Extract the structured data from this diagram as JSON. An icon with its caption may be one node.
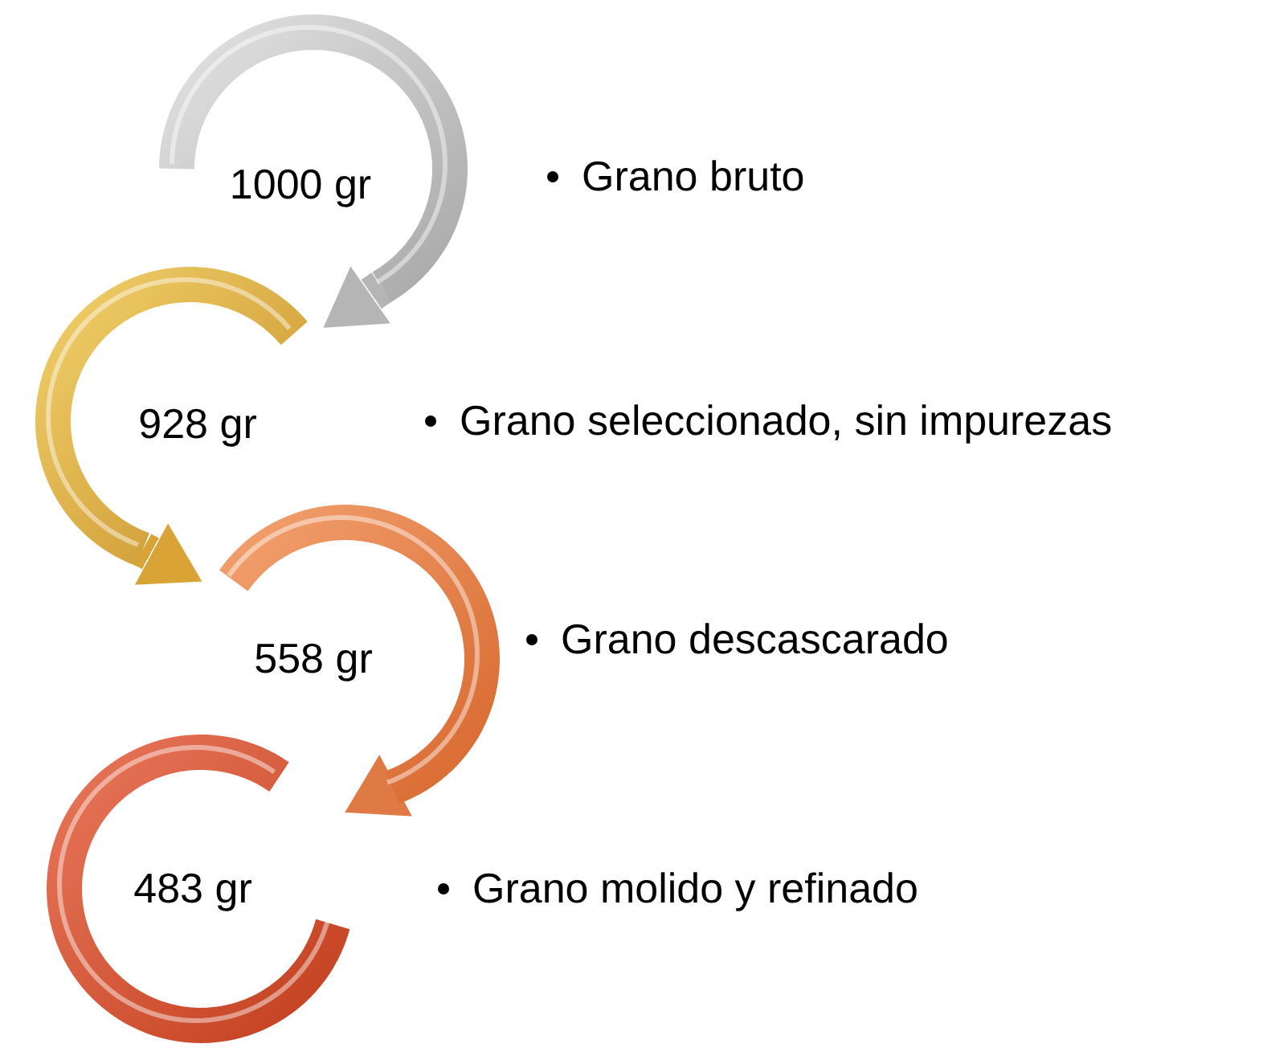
{
  "diagram": {
    "nodes": [
      {
        "text": [
          "1000 gr"
        ]
      },
      {
        "text": [
          "928 gr"
        ]
      },
      {
        "text": [
          "558 gr"
        ]
      },
      {
        "text": [
          "483 gr"
        ]
      }
    ],
    "edges": [
      {
        "from": 0,
        "to": 1,
        "arrow": "to",
        "color": "#b5b5b5"
      },
      {
        "from": 1,
        "to": 2,
        "arrow": "to",
        "color": "#d9a435"
      },
      {
        "from": 2,
        "to": 3,
        "arrow": "to",
        "color": "#e07a45"
      }
    ],
    "labels": [
      "Grano bruto",
      "Grano seleccionado, sin impurezas",
      "Grano descascarado",
      "Grano molido y refinado"
    ]
  }
}
